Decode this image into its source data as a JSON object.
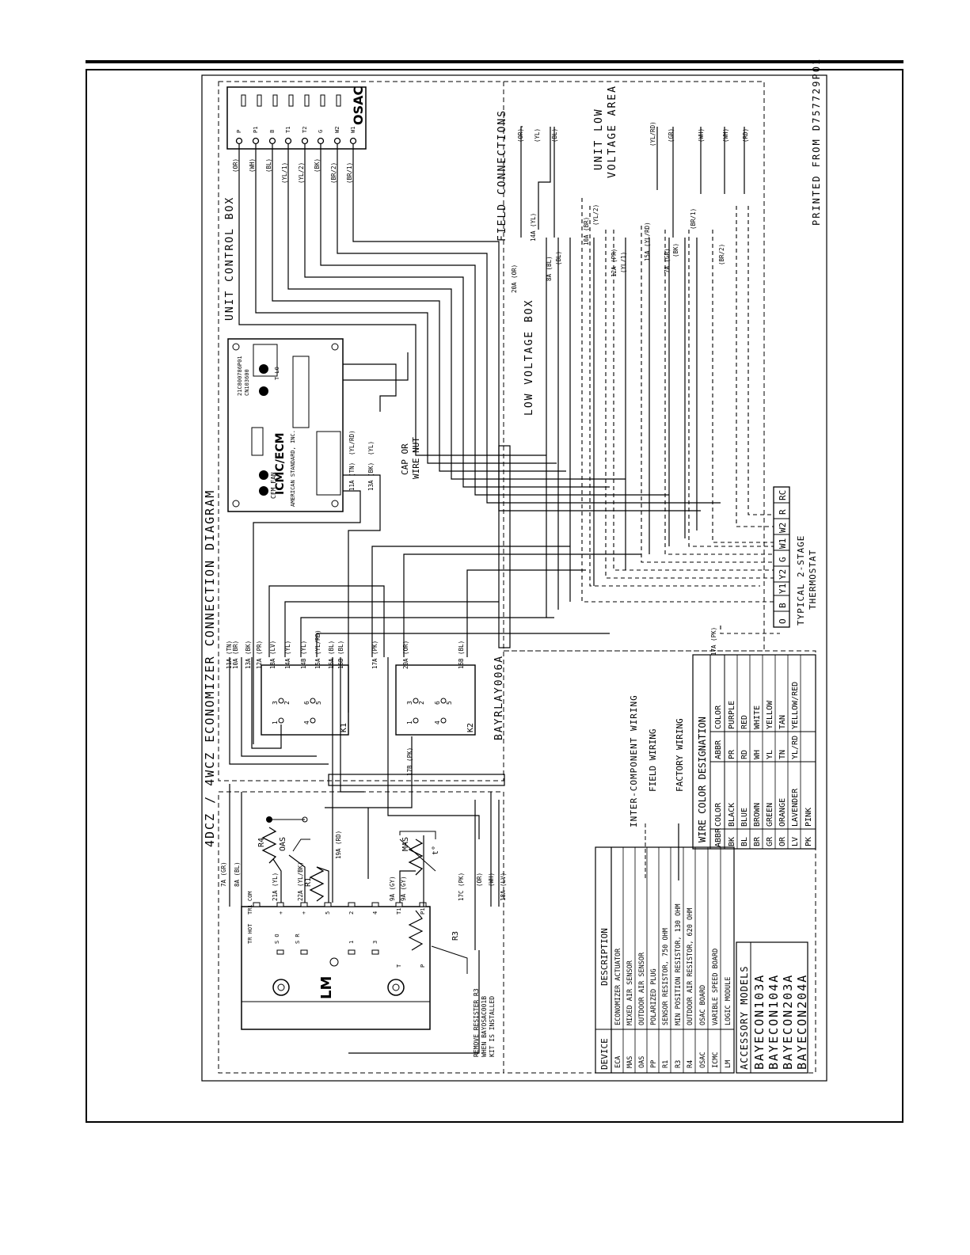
{
  "diagram": {
    "title": "4DCZ / 4WCZ ECONOMIZER CONNECTION DIAGRAM",
    "printed_from": "PRINTED FROM D757729P01",
    "areas": {
      "unit_control_box": "UNIT CONTROL BOX",
      "field_connections": "FIELD CONNECTIONS",
      "low_voltage_box": "LOW VOLTAGE BOX",
      "unit_low_voltage_area_1": "UNIT LOW",
      "unit_low_voltage_area_2": "VOLTAGE AREA",
      "bayrlay": "BAYRLAY006A",
      "cap_wire_nut_1": "CAP OR",
      "cap_wire_nut_2": "WIRE NUT",
      "remove_note_1": "REMOVE RESISTER R3",
      "remove_note_2": "WHEN BAYOSAC001B",
      "remove_note_3": "KIT IS INSTALLED"
    },
    "osac": {
      "label": "OSAC",
      "terminals": [
        "P",
        "P1",
        "B",
        "T1",
        "T2",
        "G",
        "W2",
        "W1"
      ],
      "wires": [
        "(OR)",
        "(WH)",
        "(BL)",
        "(YL/1)",
        "(YL/2)",
        "(BK)",
        "(BR/2)",
        "(BR/1)"
      ]
    },
    "icmc_board": {
      "name": "ICMC/ECM",
      "maker": "AMERICAN STANDARD, INC.",
      "part_1": "21C800786P01",
      "part_2": "CN103600",
      "cfm_fan": "CFM FAN",
      "lo": "T LO",
      "wires": [
        "11A (TN)",
        "13A (BK)",
        "(YL/RD)",
        "(YL)"
      ]
    },
    "lm": {
      "label": "LM",
      "terminals_left": [
        "TR HOT",
        "S O",
        "S R"
      ],
      "terminals_right": [
        "TR1 COM",
        "+",
        "+",
        "5",
        "2",
        "4",
        "T1",
        "P1"
      ],
      "terminals_bottom": [
        "1",
        "3",
        "T",
        "P"
      ],
      "r3": "R3"
    },
    "sensors": {
      "r4": "R4",
      "oas": "OAS",
      "r1": "R1",
      "mas": "MAS",
      "t": "t°"
    },
    "lm_wires": [
      "7A (GR)",
      "8A (BL)",
      "21A (YL)",
      "22A (YL/BK)",
      "19A (RD)",
      "9A (GY)",
      "9A (GY)",
      "17C (PK)",
      "(OR)",
      "(WH)",
      "18A (LV)"
    ],
    "relay_k1": {
      "label": "K1",
      "pins": [
        "1",
        "2",
        "3",
        "4",
        "5",
        "6"
      ],
      "wires": [
        "11A (TN)",
        "10A (BR)",
        "13A (BK)",
        "12A (PR)",
        "18A (LV)",
        "14A (YL)",
        "14B (YL)",
        "15A (YL/RD)",
        "16A (BL)",
        "16B (BL)"
      ]
    },
    "relay_k2": {
      "label": "K2",
      "pins": [
        "1",
        "2",
        "3",
        "4",
        "5",
        "6"
      ],
      "wires": [
        "17A (PK)",
        "20A (OR)",
        "16B (BL)",
        "17B (PK)"
      ]
    },
    "field_wires": {
      "left": [
        "20A (OR)",
        "14A (YL)",
        "8A (BL)",
        "(BL)",
        "10A (BR)",
        "(YL/2)",
        "12A (PR)",
        "(YL/1)",
        "15A (YL/RD)",
        "7A (GR)",
        "(BK)",
        "(BR/1)",
        "(BR/2)",
        "17A (PK)"
      ],
      "right": [
        "(OR)",
        "(YL)",
        "(BL)",
        "(YL/RD)",
        "(GR)",
        "(WH)",
        "(WH)",
        "(RD)"
      ]
    },
    "thermostat": {
      "terminals": [
        "O",
        "B",
        "Y1",
        "Y2",
        "G",
        "W1",
        "W2",
        "R",
        "RC"
      ],
      "caption_1": "TYPICAL 2-STAGE",
      "caption_2": "THERMOSTAT"
    },
    "wiring_legend": {
      "title": "INTER-COMPONENT WIRING",
      "field": "FIELD WIRING",
      "factory": "FACTORY WIRING"
    },
    "color_table": {
      "title": "WIRE COLOR DESIGNATION",
      "headers": [
        "ABBR",
        "COLOR",
        "ABBR",
        "COLOR"
      ],
      "rows": [
        [
          "BK",
          "BLACK",
          "PR",
          "PURPLE"
        ],
        [
          "BL",
          "BLUE",
          "RD",
          "RED"
        ],
        [
          "BR",
          "BROWN",
          "WH",
          "WHITE"
        ],
        [
          "GR",
          "GREEN",
          "YL",
          "YELLOW"
        ],
        [
          "OR",
          "ORANGE",
          "TN",
          "TAN"
        ],
        [
          "LV",
          "LAVENDER",
          "YL/RD",
          "YELLOW/RED"
        ],
        [
          "PK",
          "PINK",
          "",
          ""
        ]
      ]
    },
    "device_table": {
      "headers": [
        "DEVICE",
        "DESCRIPTION"
      ],
      "rows": [
        [
          "ECA",
          "ECONOMIZER ACTUATOR"
        ],
        [
          "MAS",
          "MIXED AIR SENSOR"
        ],
        [
          "OAS",
          "OUTDOOR AIR SENSOR"
        ],
        [
          "PP",
          "POLARIZED PLUG"
        ],
        [
          "R1",
          "SENSOR RESISTOR, 750 OHM"
        ],
        [
          "R3",
          "MIN POSITION RESISTOR, 130 OHM"
        ],
        [
          "R4",
          "OUTDOOR AIR RESISTOR, 620 OHM"
        ],
        [
          "OSAC",
          "OSAC BOARD"
        ],
        [
          "ICMC",
          "VARIBLE SPEED BOARD"
        ],
        [
          "LM",
          "LOGIC MODULE"
        ]
      ]
    },
    "accessory_models": {
      "title": "ACCESSORY MODELS",
      "models": [
        "BAYECON103A",
        "BAYECON104A",
        "BAYECON203A",
        "BAYECON204A"
      ]
    }
  }
}
